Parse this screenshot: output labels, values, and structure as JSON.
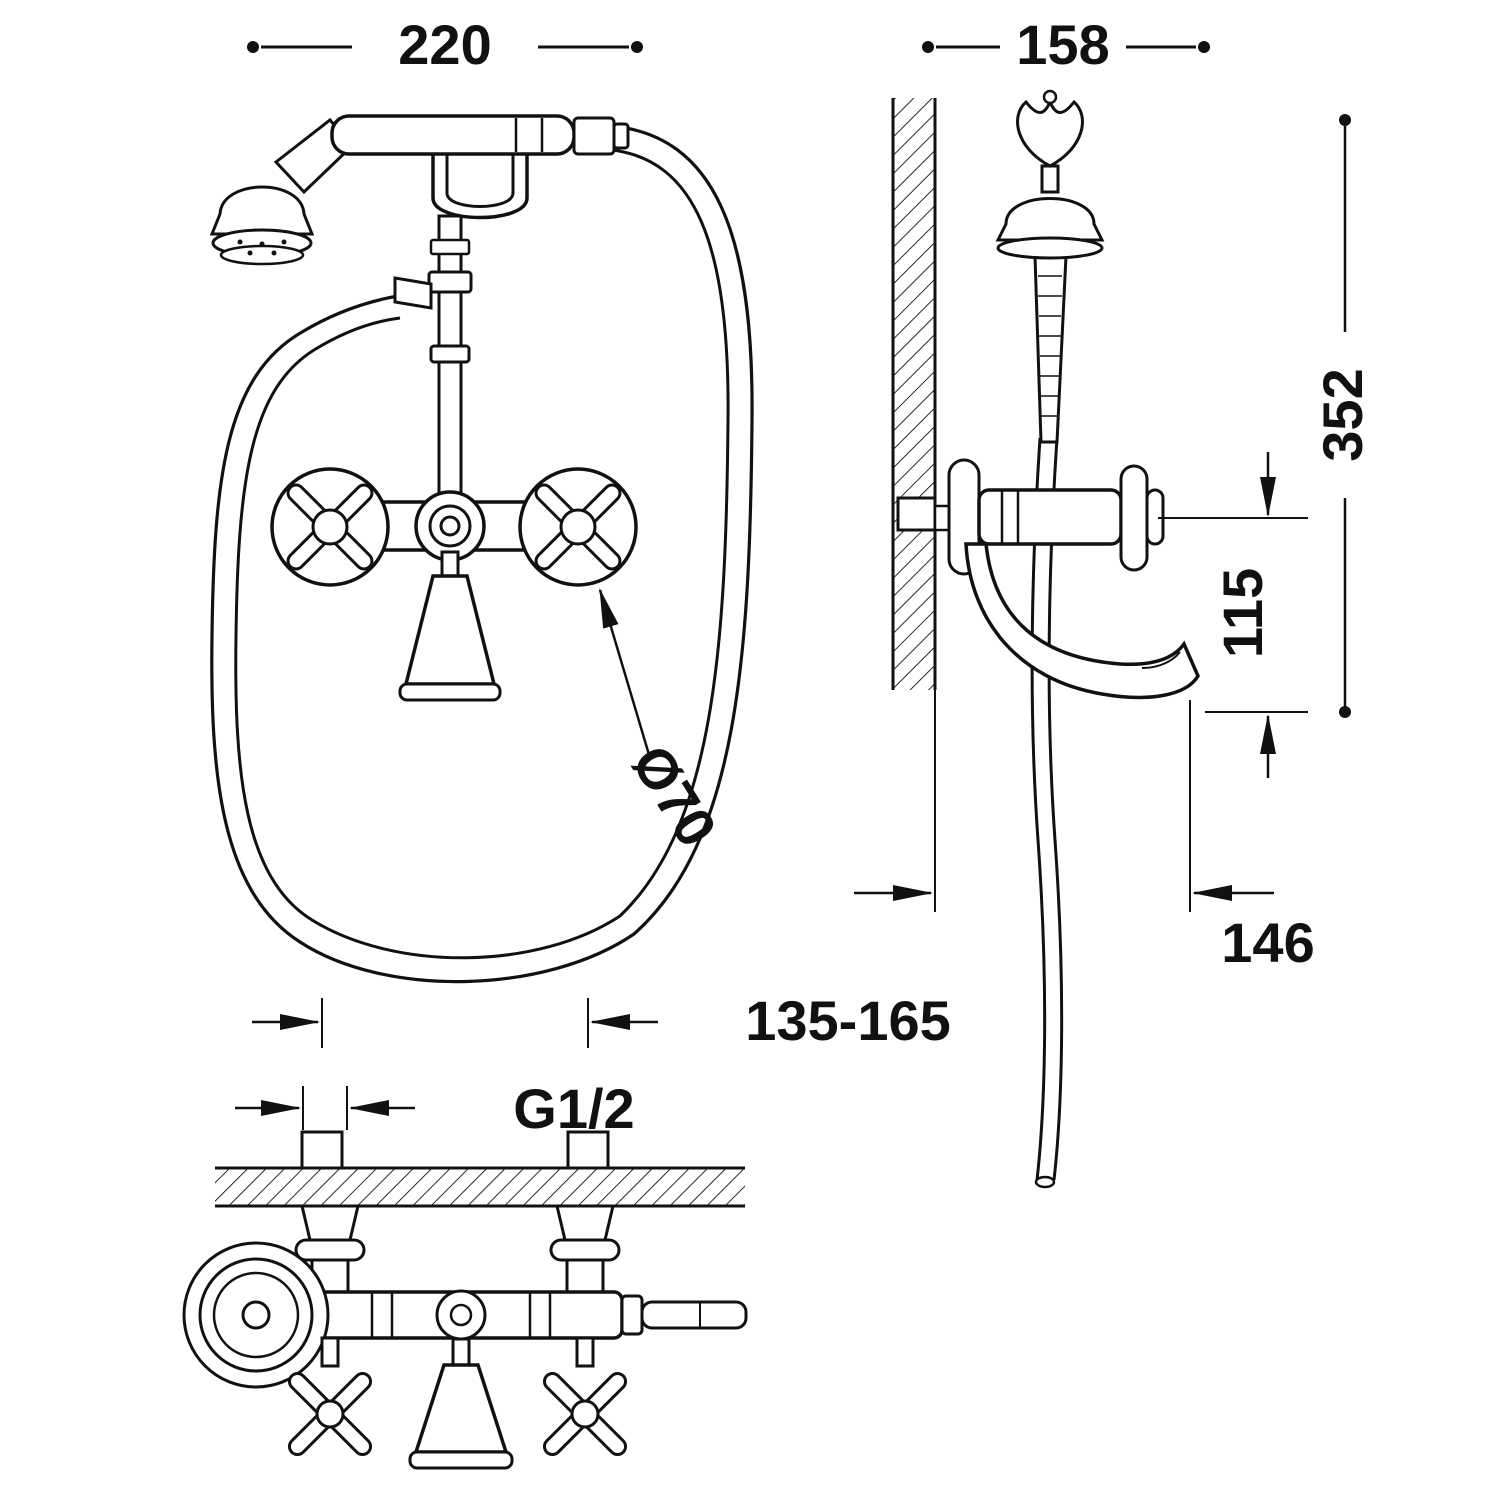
{
  "labels": {
    "width": "220",
    "depth": "158",
    "height": "352",
    "drop": "115",
    "reach": "146",
    "centers": "135-165",
    "thread": "G1/2",
    "handle_diameter": "Ø70"
  },
  "colors": {
    "line": "#111111",
    "background": "#ffffff"
  }
}
